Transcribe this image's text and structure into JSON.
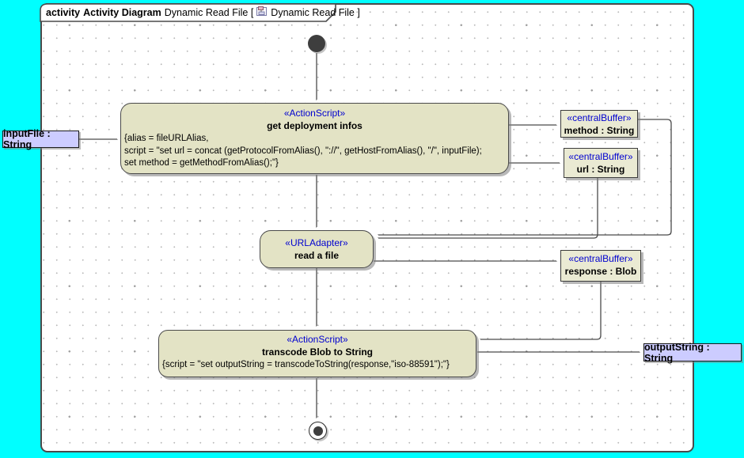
{
  "header": {
    "keyword": "activity",
    "name": "Activity Diagram",
    "context": "Dynamic Read File [",
    "diagram_ref": "Dynamic Read File ]"
  },
  "colors": {
    "canvas_background": "#00FFFF",
    "frame_background": "#FFFFFF",
    "frame_border": "#4A4A4A",
    "action_fill": "#E3E3C5",
    "buffer_fill": "#EAEAD3",
    "parameter_fill": "#CCCCFF",
    "stereotype_text": "#0000D0",
    "body_text": "#000000",
    "edge": "#4A4A4A"
  },
  "nodes": {
    "get_deployment_infos": {
      "stereotype": "«ActionScript»",
      "name": "get deployment infos",
      "body": [
        "{alias = fileURLAlias,",
        "script = \"set url = concat (getProtocolFromAlias(), \"://\", getHostFromAlias(), \"/\", inputFile);",
        "set method = getMethodFromAlias();\"}"
      ]
    },
    "read_a_file": {
      "stereotype": "«URLAdapter»",
      "name": "read a file"
    },
    "transcode": {
      "stereotype": "«ActionScript»",
      "name": "transcode Blob to String",
      "body": [
        "{script = \"set outputString = transcodeToString(response,\"iso-88591\");\"}"
      ]
    }
  },
  "buffers": {
    "method": {
      "stereotype": "«centralBuffer»",
      "name": "method : String"
    },
    "url": {
      "stereotype": "«centralBuffer»",
      "name": "url : String"
    },
    "response": {
      "stereotype": "«centralBuffer»",
      "name": "response : Blob"
    }
  },
  "parameters": {
    "input": {
      "name": "inputFile : String"
    },
    "output": {
      "name": "outputString : String"
    }
  }
}
